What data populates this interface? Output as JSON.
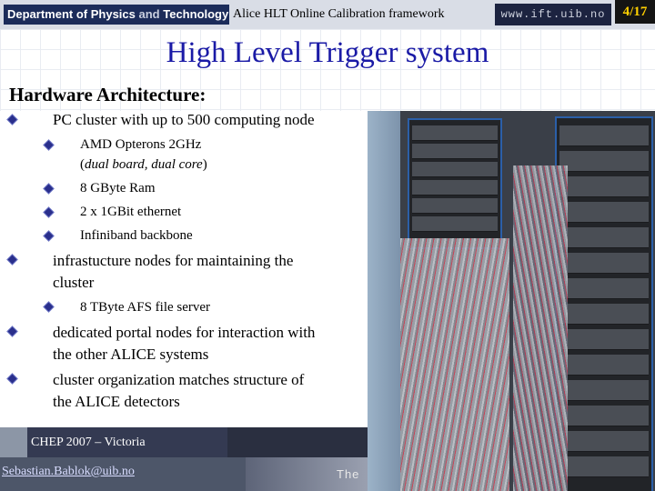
{
  "header": {
    "department_strong": "Department of Physics",
    "department_fade": "and",
    "department_end": "Technology",
    "title": "Alice HLT Online Calibration framework",
    "url": "www.ift.uib.no",
    "page": "4/17"
  },
  "title": "High Level Trigger system",
  "subtitle": "Hardware Architecture:",
  "bullets": {
    "cluster": "PC cluster with up to 500 computing node",
    "opterons": "AMD Opterons 2GHz",
    "board_open": "(",
    "board": "dual board, dual core",
    "board_close": ")",
    "ram": "8 GByte Ram",
    "ethernet": "2 x 1GBit ethernet",
    "infiniband": "Infiniband backbone",
    "infra_line1": "infrastucture nodes for maintaining the",
    "infra_line2": "cluster",
    "afs": "8 TByte AFS file server",
    "portal_line1": "dedicated portal nodes for interaction with",
    "portal_line2": "the other ALICE systems",
    "org_line1": "cluster organization matches structure of",
    "org_line2": "the ALICE detectors"
  },
  "footer": {
    "conference": "CHEP 2007 – Victoria",
    "email": "Sebastian.Bablok@uib.no",
    "banner_word": "The"
  },
  "colors": {
    "title": "#1a1aa6",
    "bullet": "#2a2f8c",
    "page_number": "#ffd000"
  }
}
